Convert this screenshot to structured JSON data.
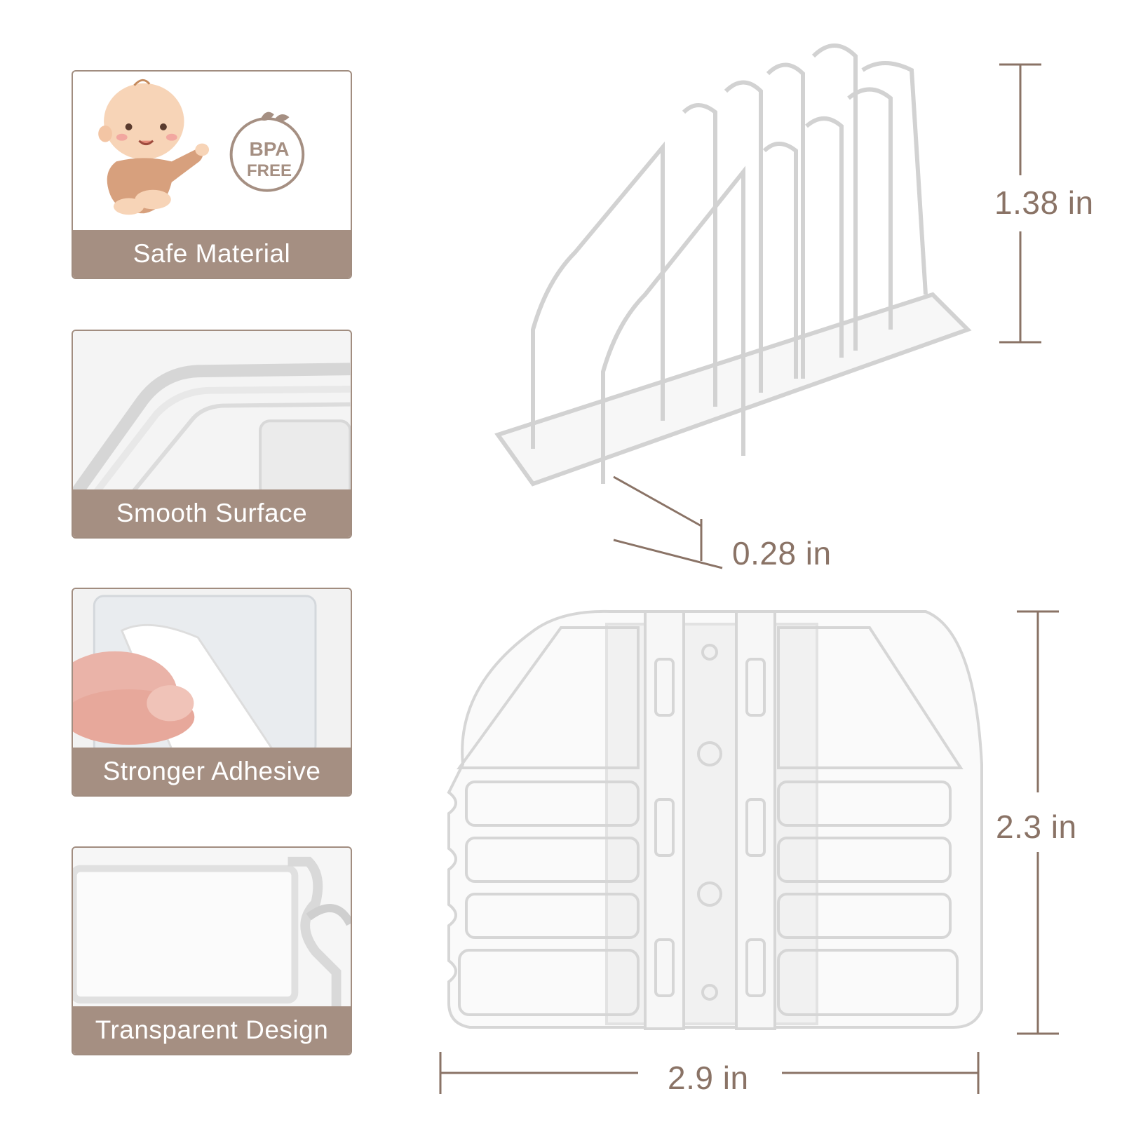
{
  "features": [
    {
      "label": "Safe Material",
      "badge_line1": "BPA",
      "badge_line2": "FREE"
    },
    {
      "label": "Smooth Surface"
    },
    {
      "label": "Stronger Adhesive"
    },
    {
      "label": "Transparent Design"
    }
  ],
  "dimensions": {
    "height": "1.38 in",
    "depth": "0.28 in",
    "side": "2.3 in",
    "width": "2.9 in"
  },
  "colors": {
    "accent": "#a58f82",
    "dimension_text": "#8a7366",
    "line": "#8a7366"
  }
}
